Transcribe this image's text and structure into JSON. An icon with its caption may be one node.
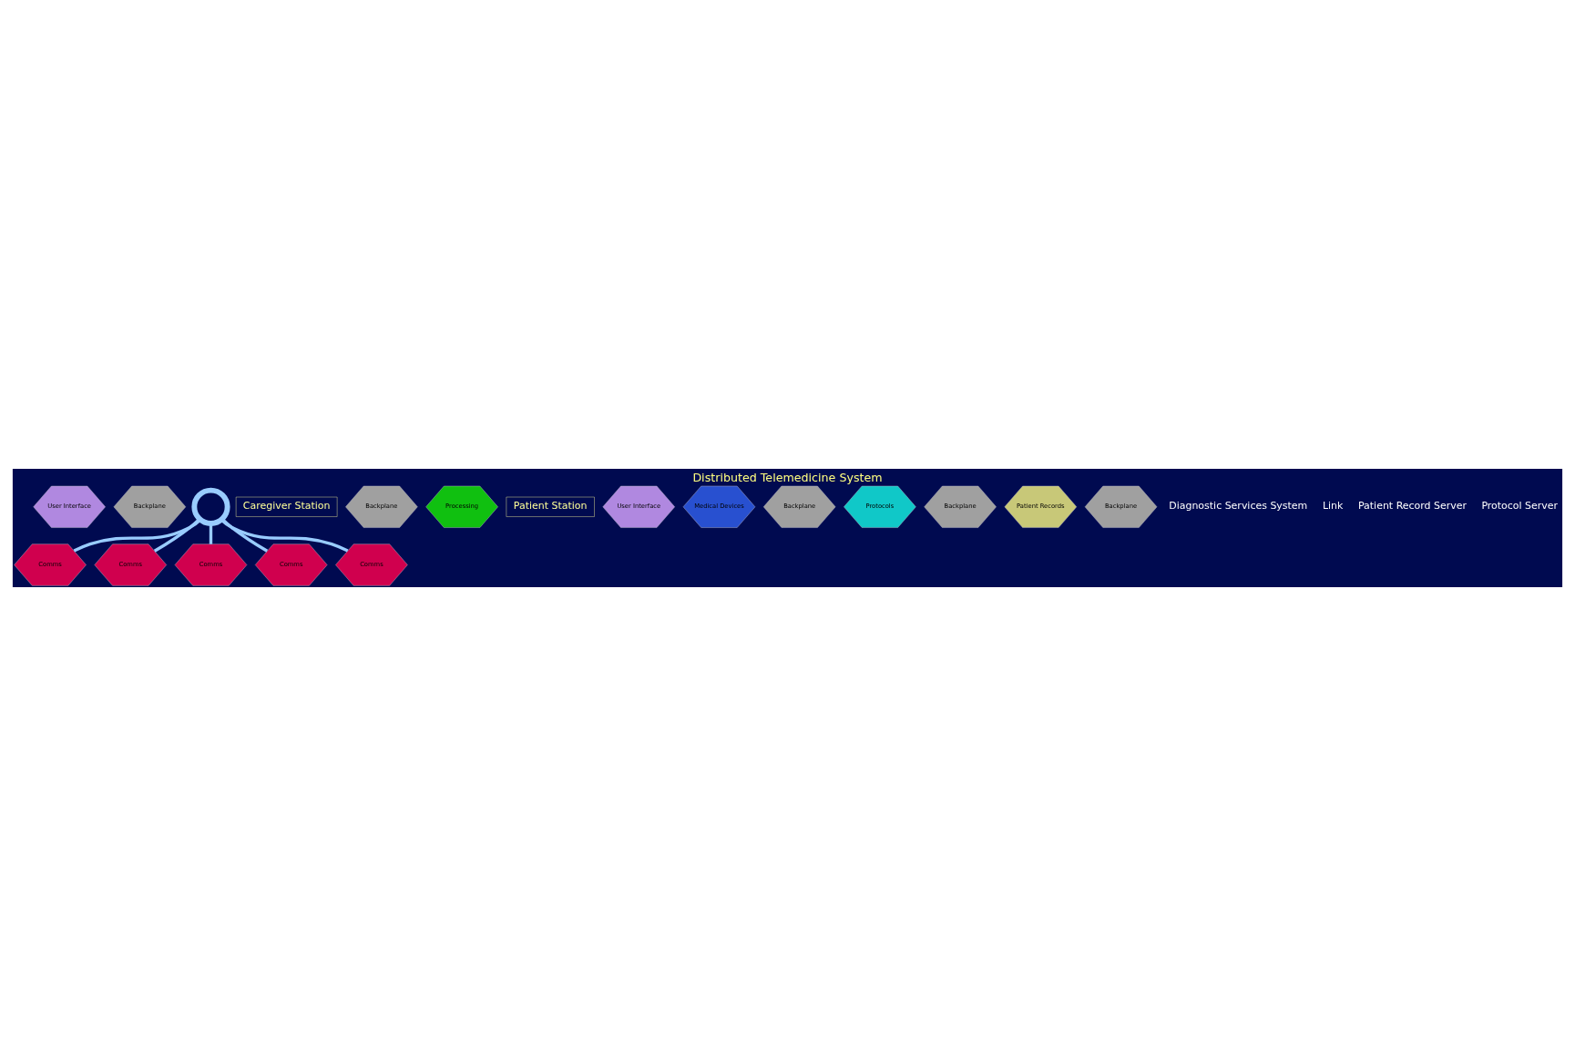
{
  "diagram": {
    "title": "Distributed Telemedicine System",
    "nodes": [
      {
        "text": [
          "User Interface"
        ]
      },
      {
        "text": [
          "Backplane"
        ]
      },
      {
        "text": [
          "Comms"
        ]
      },
      {
        "text": [
          "Caregiver Station"
        ]
      },
      {
        "text": [
          "Backplane"
        ]
      },
      {
        "text": [
          "Processing"
        ]
      },
      {
        "text": [
          "Comms"
        ]
      },
      {
        "text": [
          "Patient Station"
        ]
      },
      {
        "text": [
          "User Interface"
        ]
      },
      {
        "text": [
          "Medical Devices"
        ]
      },
      {
        "text": [
          "Backplane"
        ]
      },
      {
        "text": [
          "Comms"
        ]
      },
      {
        "text": [],
        "shape": "circle"
      },
      {
        "text": [
          "Protocols"
        ]
      },
      {
        "text": [
          "Backplane"
        ]
      },
      {
        "text": [
          "Patient Records"
        ]
      },
      {
        "text": [
          "Backplane"
        ]
      },
      {
        "text": [
          "Comms"
        ]
      },
      {
        "text": [
          "Comms"
        ]
      }
    ],
    "edges": [
      {
        "from": 12,
        "to": 2,
        "arrow": "none"
      },
      {
        "from": 12,
        "to": 6,
        "arrow": "none"
      },
      {
        "from": 12,
        "to": 11,
        "arrow": "none"
      },
      {
        "from": 12,
        "to": 17,
        "arrow": "none"
      },
      {
        "from": 12,
        "to": 18,
        "arrow": "none"
      }
    ],
    "labels": [
      "Diagnostic Services System",
      "Link",
      "Patient Record Server",
      "Protocol Server"
    ]
  }
}
